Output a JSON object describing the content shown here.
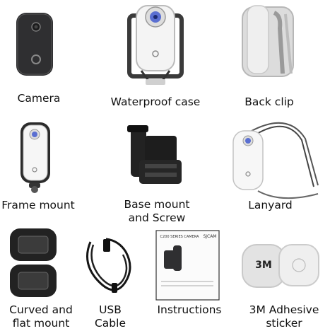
{
  "accessories": [
    {
      "label": "Camera"
    },
    {
      "label": "Waterproof case"
    },
    {
      "label": "Back clip"
    },
    {
      "label": "Frame mount"
    },
    {
      "label_lines": [
        "Base mount",
        "and Screw"
      ]
    },
    {
      "label": "Lanyard"
    },
    {
      "label_lines": [
        "Curved and",
        "flat mount"
      ]
    },
    {
      "label_lines": [
        "USB",
        "Cable"
      ]
    },
    {
      "label": "Instructions"
    },
    {
      "label_lines": [
        "3M Adhesive",
        "sticker"
      ]
    }
  ],
  "manual": {
    "title": "C200 SERIES CAMERA",
    "brand": "SJCAM"
  },
  "sticker": {
    "brand": "3M"
  },
  "colors": {
    "camera_front": "#2f2f31",
    "camera_body": "#f3f3f3",
    "lens_blue": "#5a6fd1",
    "case_frame": "#3a3a3a",
    "clip_body": "#dcdcdc"
  }
}
